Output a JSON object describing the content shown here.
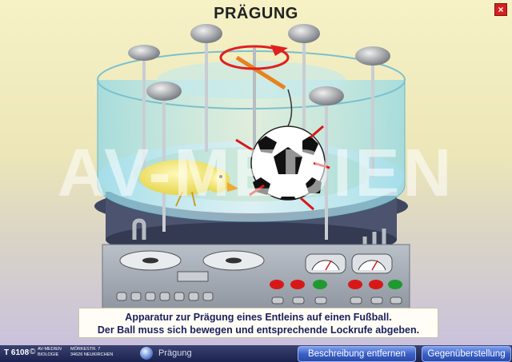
{
  "title": "PRÄGUNG",
  "watermark": "AV-MEDIEN",
  "caption": {
    "line1": "Apparatur zur Prägung eines Entleins auf einen Fußball.",
    "line2": "Der Ball muss sich bewegen und entsprechende Lockrufe abgeben."
  },
  "close_icon": "×",
  "bottom_bar": {
    "product_code": "T 6108",
    "copyright": "©",
    "publisher_line1": "AV-MEDIEN",
    "publisher_line2": "BIOLOGIE",
    "address_line1": "MÖRKESTR. 7",
    "address_line2": "34626  NEUKIRCHEN",
    "chapter": "Prägung",
    "btn_description": "Beschreibung entfernen",
    "btn_compare": "Gegenüberstellung"
  },
  "colors": {
    "rotation_arrow": "#e02020",
    "rotating_bar": "#e8821e",
    "indicator_red": "#d81818",
    "indicator_green": "#1e9a30",
    "duck": "#f6e86a",
    "water": "#a8e6e8"
  }
}
